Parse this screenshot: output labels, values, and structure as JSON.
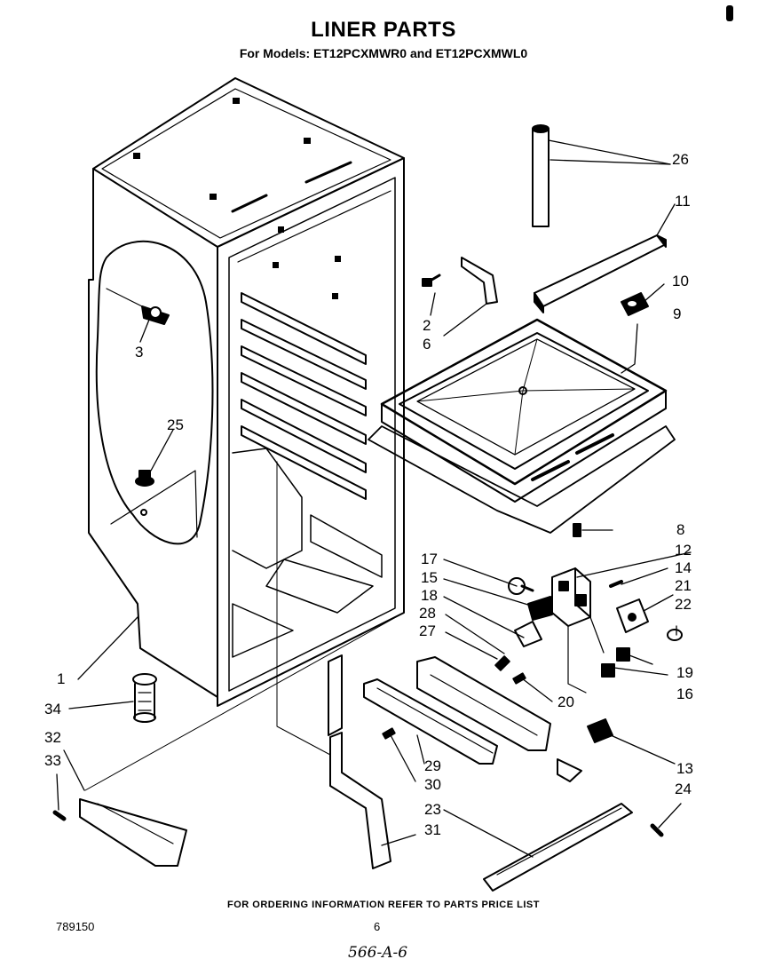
{
  "header": {
    "title": "LINER PARTS",
    "subtitle": "For Models: ET12PCXMWR0 and ET12PCXMWL0"
  },
  "callouts": [
    {
      "id": "1",
      "label": "1"
    },
    {
      "id": "2",
      "label": "2"
    },
    {
      "id": "3",
      "label": "3"
    },
    {
      "id": "6",
      "label": "6"
    },
    {
      "id": "8",
      "label": "8"
    },
    {
      "id": "9",
      "label": "9"
    },
    {
      "id": "10",
      "label": "10"
    },
    {
      "id": "11",
      "label": "11"
    },
    {
      "id": "12",
      "label": "12"
    },
    {
      "id": "13",
      "label": "13"
    },
    {
      "id": "14",
      "label": "14"
    },
    {
      "id": "15",
      "label": "15"
    },
    {
      "id": "16",
      "label": "16"
    },
    {
      "id": "17",
      "label": "17"
    },
    {
      "id": "18",
      "label": "18"
    },
    {
      "id": "19",
      "label": "19"
    },
    {
      "id": "20",
      "label": "20"
    },
    {
      "id": "21",
      "label": "21"
    },
    {
      "id": "22",
      "label": "22"
    },
    {
      "id": "23",
      "label": "23"
    },
    {
      "id": "24",
      "label": "24"
    },
    {
      "id": "25",
      "label": "25"
    },
    {
      "id": "26",
      "label": "26"
    },
    {
      "id": "27",
      "label": "27"
    },
    {
      "id": "28",
      "label": "28"
    },
    {
      "id": "29",
      "label": "29"
    },
    {
      "id": "30",
      "label": "30"
    },
    {
      "id": "31",
      "label": "31"
    },
    {
      "id": "32",
      "label": "32"
    },
    {
      "id": "33",
      "label": "33"
    },
    {
      "id": "34",
      "label": "34"
    }
  ],
  "footer": {
    "note": "FOR ORDERING INFORMATION REFER TO PARTS PRICE LIST",
    "doc_number": "789150",
    "page_number": "6",
    "handwritten_code": "566-A-6"
  }
}
